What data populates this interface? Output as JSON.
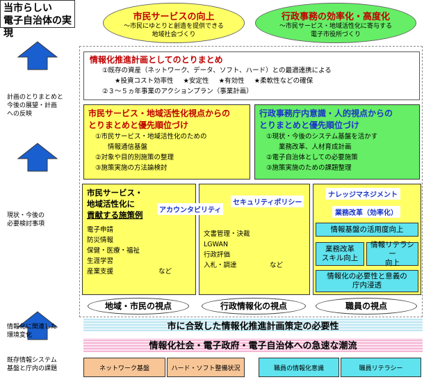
{
  "title": {
    "line1": "当市らしい",
    "line2": "電子自治体の実現"
  },
  "goal_left": {
    "title": "市民サービスの向上",
    "sub1": "～市民にゆとりと創造を提供できる",
    "sub2": "地域社会づくり"
  },
  "goal_right": {
    "title": "行政事務の効率化・高度化",
    "sub1": "～市民サービス・地域活性化に寄与する",
    "sub2": "電子市役所づくり"
  },
  "summary": {
    "heading": "情報化推進計画としてのとりまとめ",
    "line1": "①既存の資産（ネットワーク、データ、ソフト、ハード）との最適連携による",
    "stars": [
      "★投資コスト効率性",
      "★安定性",
      "★有効性",
      "★柔軟性などの確保"
    ],
    "line3": "②３～５ヵ年事業のアクションプラン（事業計画）"
  },
  "side_labels": {
    "a": [
      "計画のとりまとめと",
      "今後の展望・計画",
      "への反映"
    ],
    "b": [
      "現状・今後の",
      "必要検討事項"
    ],
    "c": [
      "情報化に関連した",
      "環境変化"
    ],
    "d": [
      "既存情報システム",
      "基盤と庁内の課題"
    ]
  },
  "priority_left": {
    "heading1": "市民サービス・地域活性化視点からの",
    "heading2": "とりまとめと優先順位づけ",
    "items": [
      "①市民サービス・地域活性化のための",
      "情報通信基盤",
      "②対象や目的別施策の整理",
      "③施策実施の方法論検討"
    ]
  },
  "priority_right": {
    "heading1": "行政事務庁内意識・人的視点からの",
    "heading2": "とりまとめと優先順位づけ",
    "items": [
      "①現状・今後のシステム基盤を活かす",
      "業務改革、人材育成計画",
      "②電子自治体としての必要施策",
      "③施策実施のための課題整理"
    ]
  },
  "measures": {
    "heading": [
      "市民サービス・",
      "地域活性化に",
      "貢献する施策例"
    ],
    "items": [
      "電子申請",
      "防災情報",
      "保健・医療・福祉",
      "生涯学習",
      "産業支援"
    ],
    "etc": "など"
  },
  "keywords": {
    "accountability": "アカウンタビリティ",
    "security": "セキュリティポリシー",
    "knowledge": "ナレッジマネジメント",
    "reform": "業務改革（効率化）"
  },
  "middle_items": [
    "文書管理・決裁",
    "LGWAN",
    "行政評価",
    "入札・調達"
  ],
  "middle_etc": "など",
  "cyan_boxes": {
    "b1": "情報基盤の活用度向上",
    "b2a": "業務改革",
    "b2b": "スキル向上",
    "b3a": "情報リテラシー",
    "b3b": "向上",
    "b4a": "情報化の必要性と意義の",
    "b4b": "庁内浸透"
  },
  "viewpoints": [
    "地域・市民の視点",
    "行政情報化の視点",
    "職員の視点"
  ],
  "bands": {
    "need": "市に合致した情報化推進計画策定の必要性",
    "trend": "情報化社会・電子政府・電子自治体への急速な潮流"
  },
  "bottom": [
    "ネットワーク基盤",
    "ハード・ソフト整備状況",
    "職員の情報化意識",
    "職員リテラシー"
  ],
  "colors": {
    "yellow": "#ffff66",
    "green": "#66ee66",
    "cyan": "#5fe3ee",
    "orange": "#f7c596",
    "red": "#c00000",
    "blue": "#1a36c8"
  }
}
